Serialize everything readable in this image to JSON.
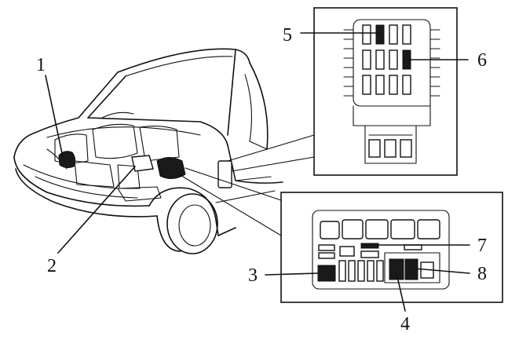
{
  "callouts": [
    {
      "id": "1",
      "label": "1"
    },
    {
      "id": "2",
      "label": "2"
    },
    {
      "id": "3",
      "label": "3"
    },
    {
      "id": "4",
      "label": "4"
    },
    {
      "id": "5",
      "label": "5"
    },
    {
      "id": "6",
      "label": "6"
    },
    {
      "id": "7",
      "label": "7"
    },
    {
      "id": "8",
      "label": "8"
    }
  ],
  "colors": {
    "ink": "#111111",
    "background": "#ffffff"
  }
}
